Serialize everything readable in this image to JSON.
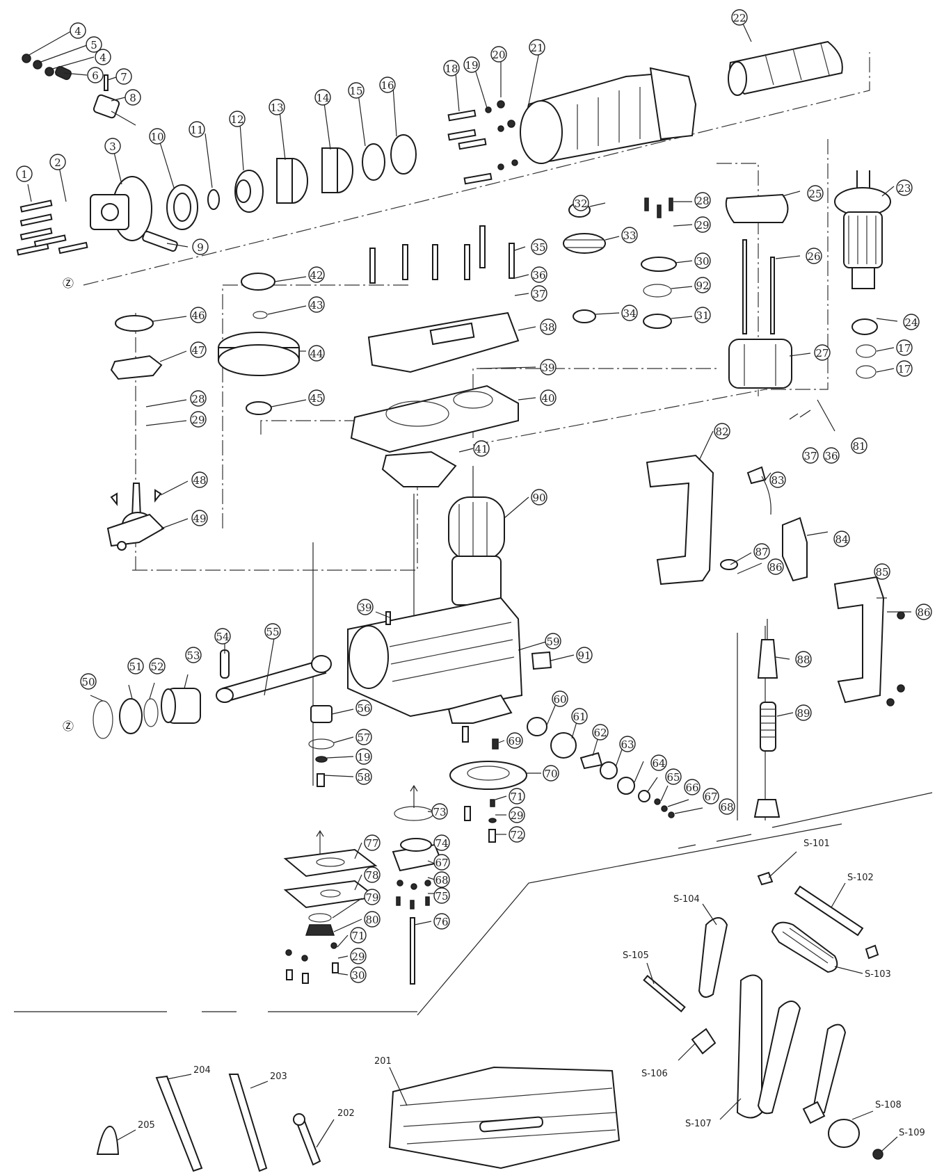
{
  "callouts": [
    {
      "id": "c4a",
      "label": "4"
    },
    {
      "id": "c5",
      "label": "5"
    },
    {
      "id": "c4b",
      "label": "4"
    },
    {
      "id": "c6",
      "label": "6"
    },
    {
      "id": "c7",
      "label": "7"
    },
    {
      "id": "c8",
      "label": "8"
    },
    {
      "id": "c1",
      "label": "1"
    },
    {
      "id": "c2",
      "label": "2"
    },
    {
      "id": "c3",
      "label": "3"
    },
    {
      "id": "c9",
      "label": "9"
    },
    {
      "id": "c10",
      "label": "10"
    },
    {
      "id": "c11",
      "label": "11"
    },
    {
      "id": "c12",
      "label": "12"
    },
    {
      "id": "c13",
      "label": "13"
    },
    {
      "id": "c14",
      "label": "14"
    },
    {
      "id": "c15",
      "label": "15"
    },
    {
      "id": "c16",
      "label": "16"
    },
    {
      "id": "c18",
      "label": "18"
    },
    {
      "id": "c19a",
      "label": "19"
    },
    {
      "id": "c20",
      "label": "20"
    },
    {
      "id": "c21",
      "label": "21"
    },
    {
      "id": "c22",
      "label": "22"
    },
    {
      "id": "c23",
      "label": "23"
    },
    {
      "id": "c24",
      "label": "24"
    },
    {
      "id": "c17a",
      "label": "17"
    },
    {
      "id": "c17b",
      "label": "17"
    },
    {
      "id": "c25",
      "label": "25"
    },
    {
      "id": "c26",
      "label": "26"
    },
    {
      "id": "c27",
      "label": "27"
    },
    {
      "id": "c28a",
      "label": "28"
    },
    {
      "id": "c29a",
      "label": "29"
    },
    {
      "id": "c30a",
      "label": "30"
    },
    {
      "id": "c92a",
      "label": "92"
    },
    {
      "id": "c31",
      "label": "31"
    },
    {
      "id": "c32",
      "label": "32"
    },
    {
      "id": "c33",
      "label": "33"
    },
    {
      "id": "c34",
      "label": "34"
    },
    {
      "id": "c35",
      "label": "35"
    },
    {
      "id": "c36a",
      "label": "36"
    },
    {
      "id": "c37a",
      "label": "37"
    },
    {
      "id": "c38",
      "label": "38"
    },
    {
      "id": "c39a",
      "label": "39"
    },
    {
      "id": "c40",
      "label": "40"
    },
    {
      "id": "c41",
      "label": "41"
    },
    {
      "id": "c42",
      "label": "42"
    },
    {
      "id": "c43",
      "label": "43"
    },
    {
      "id": "c44",
      "label": "44"
    },
    {
      "id": "c45",
      "label": "45"
    },
    {
      "id": "c46",
      "label": "46"
    },
    {
      "id": "c47",
      "label": "47"
    },
    {
      "id": "c29b",
      "label": "29"
    },
    {
      "id": "c28b",
      "label": "28"
    },
    {
      "id": "c48",
      "label": "48"
    },
    {
      "id": "c49",
      "label": "49"
    },
    {
      "id": "c37b",
      "label": "37"
    },
    {
      "id": "c36b",
      "label": "36"
    },
    {
      "id": "c81",
      "label": "81"
    },
    {
      "id": "c82",
      "label": "82"
    },
    {
      "id": "c83",
      "label": "83"
    },
    {
      "id": "c84",
      "label": "84"
    },
    {
      "id": "c87",
      "label": "87"
    },
    {
      "id": "c86a",
      "label": "86"
    },
    {
      "id": "c85",
      "label": "85"
    },
    {
      "id": "c86b",
      "label": "86"
    },
    {
      "id": "c90",
      "label": "90"
    },
    {
      "id": "c39b",
      "label": "39"
    },
    {
      "id": "c59",
      "label": "59"
    },
    {
      "id": "c91",
      "label": "91"
    },
    {
      "id": "c88",
      "label": "88"
    },
    {
      "id": "c89",
      "label": "89"
    },
    {
      "id": "c54",
      "label": "54"
    },
    {
      "id": "c55",
      "label": "55"
    },
    {
      "id": "c53",
      "label": "53"
    },
    {
      "id": "c52",
      "label": "52"
    },
    {
      "id": "c51",
      "label": "51"
    },
    {
      "id": "c50",
      "label": "50"
    },
    {
      "id": "c56",
      "label": "56"
    },
    {
      "id": "c57",
      "label": "57"
    },
    {
      "id": "c19b",
      "label": "19"
    },
    {
      "id": "c58",
      "label": "58"
    },
    {
      "id": "c60",
      "label": "60"
    },
    {
      "id": "c61",
      "label": "61"
    },
    {
      "id": "c62",
      "label": "62"
    },
    {
      "id": "c63",
      "label": "63"
    },
    {
      "id": "c64",
      "label": "64"
    },
    {
      "id": "c65",
      "label": "65"
    },
    {
      "id": "c66",
      "label": "66"
    },
    {
      "id": "c67a",
      "label": "67"
    },
    {
      "id": "c68a",
      "label": "68"
    },
    {
      "id": "c69",
      "label": "69"
    },
    {
      "id": "c70",
      "label": "70"
    },
    {
      "id": "c71a",
      "label": "71"
    },
    {
      "id": "c29c",
      "label": "29"
    },
    {
      "id": "c72",
      "label": "72"
    },
    {
      "id": "c73",
      "label": "73"
    },
    {
      "id": "c74",
      "label": "74"
    },
    {
      "id": "c67b",
      "label": "67"
    },
    {
      "id": "c68b",
      "label": "68"
    },
    {
      "id": "c75",
      "label": "75"
    },
    {
      "id": "c76",
      "label": "76"
    },
    {
      "id": "c77",
      "label": "77"
    },
    {
      "id": "c78",
      "label": "78"
    },
    {
      "id": "c79",
      "label": "79"
    },
    {
      "id": "c80",
      "label": "80"
    },
    {
      "id": "c71b",
      "label": "71"
    },
    {
      "id": "c29d",
      "label": "29"
    },
    {
      "id": "c30b",
      "label": "30"
    }
  ],
  "accessory_labels": {
    "s101": "S-101",
    "s102": "S-102",
    "s103": "S-103",
    "s104": "S-104",
    "s105": "S-105",
    "s106": "S-106",
    "s107": "S-107",
    "s108": "S-108",
    "s109": "S-109",
    "a201": "201",
    "a202": "202",
    "a203": "203",
    "a204": "204",
    "a205": "205"
  },
  "ground_marks": {
    "g1": "Ⓩ",
    "g2": "Ⓩ"
  },
  "colors": {
    "line": "#1a1a1a",
    "fill": "#ffffff",
    "dark": "#2b2b2b"
  }
}
